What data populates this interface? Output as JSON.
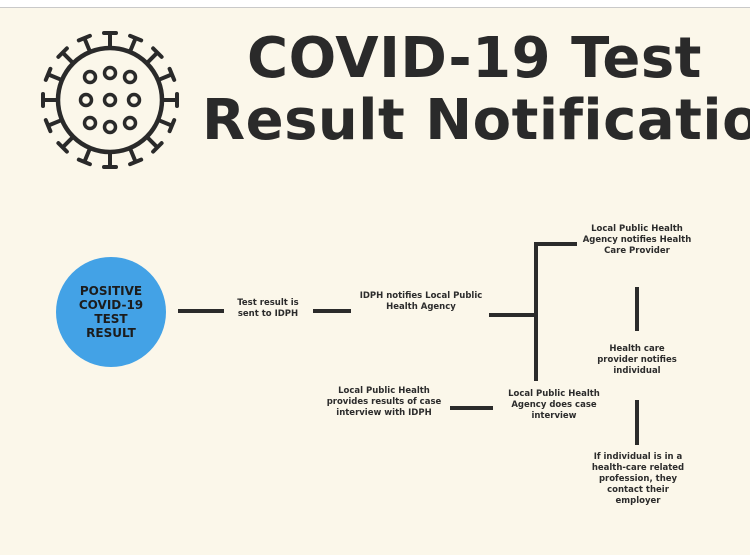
{
  "title": {
    "line1": "COVID-19 Test",
    "line2": "Result Notification"
  },
  "start_node": "POSITIVE\nCOVID-19\nTEST\nRESULT",
  "steps": {
    "sent_to_idph": "Test result is sent to IDPH",
    "idph_notifies": "IDPH notifies Local Public Health Agency",
    "lpha_notifies_provider": "Local Public Health Agency notifies Health Care Provider",
    "provider_notifies_individual": "Health care provider notifies individual",
    "lpha_case_interview": "Local Public Health Agency does case interview",
    "lpha_provides_results": "Local Public Health provides results of case interview with IDPH",
    "contact_employer": "If individual is in a health-care related profession, they contact their employer"
  },
  "colors": {
    "background": "#fbf7ea",
    "title_text": "#2a2a2a",
    "start_node_fill": "#43a2e6",
    "connector": "#2b2b2b"
  },
  "icons": {
    "logo": "coronavirus-icon"
  }
}
